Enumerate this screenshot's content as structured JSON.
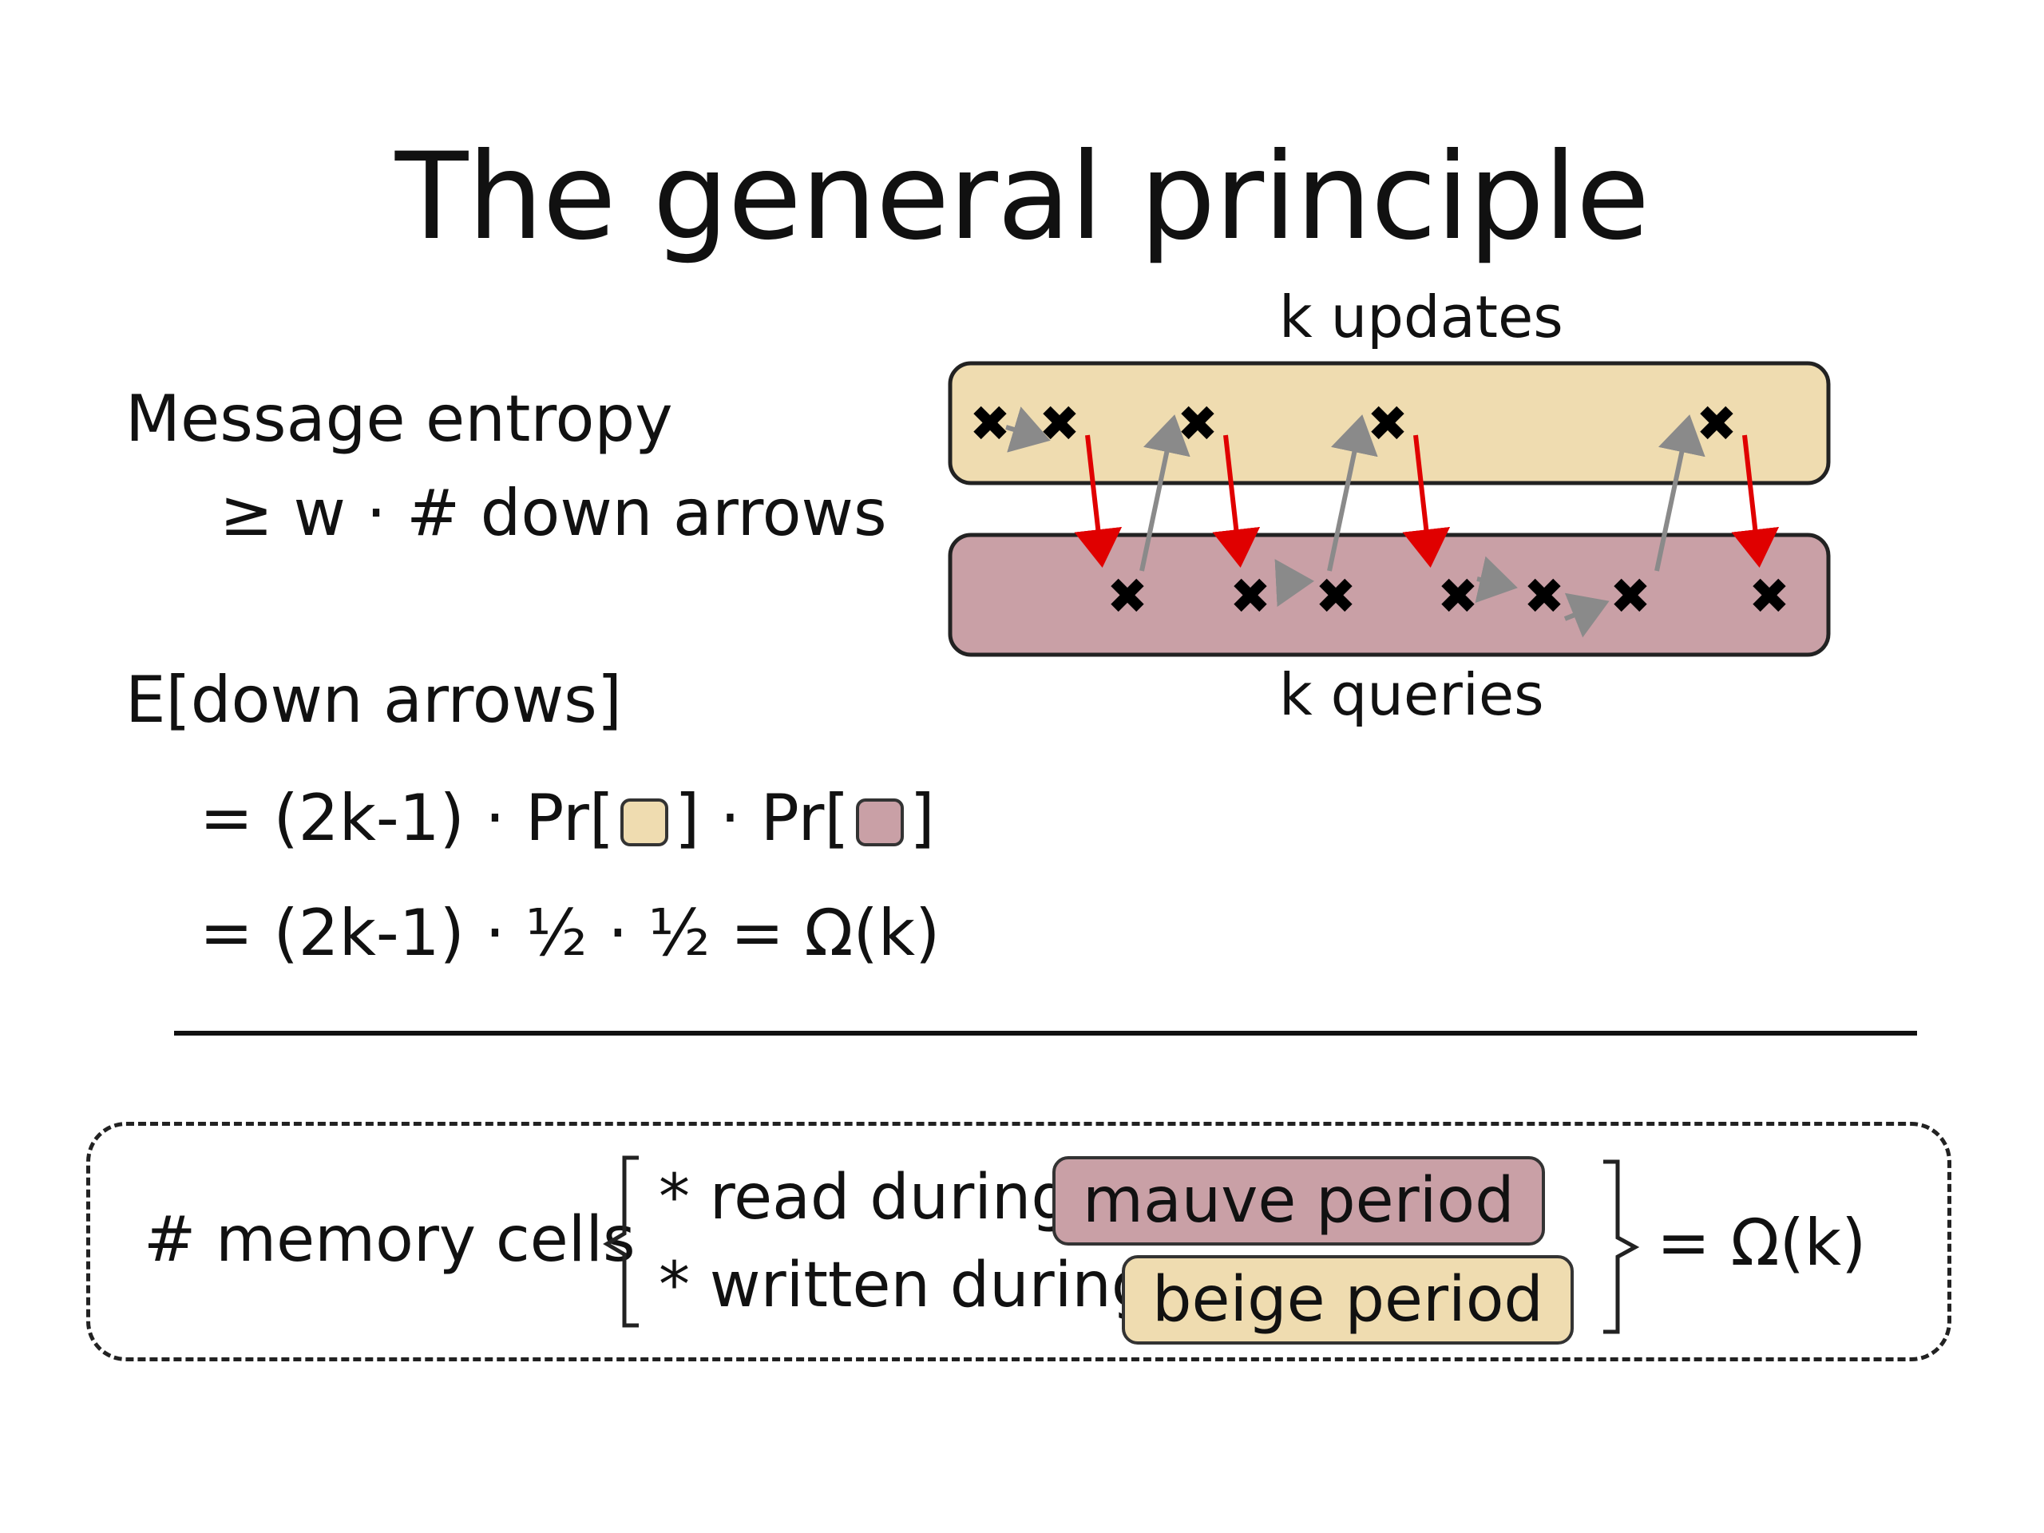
{
  "title": "The general principle",
  "diagram": {
    "top_label": "k updates",
    "bottom_label": "k queries",
    "colors": {
      "beige": "#efdcb0",
      "mauve": "#c9a0a6",
      "down_arrow": "#e00000",
      "other_arrow": "#8a8a8a"
    },
    "marker_icon": "x-mark-icon"
  },
  "left": {
    "entropy_line1": "Message entropy",
    "entropy_line2": "≥ w · # down arrows",
    "expect_heading": "E[down arrows]",
    "eq1_prefix": "= (2k-1) · Pr[",
    "eq1_mid": "] · Pr[",
    "eq1_suffix": "]",
    "eq2": "= (2k-1) · ½ · ½ = Ω(k)"
  },
  "box": {
    "lhs": "# memory cells",
    "item1_text": "* read during",
    "item1_pill": "mauve period",
    "item2_text": "* written during",
    "item2_pill": "beige period",
    "rhs": "= Ω(k)"
  }
}
